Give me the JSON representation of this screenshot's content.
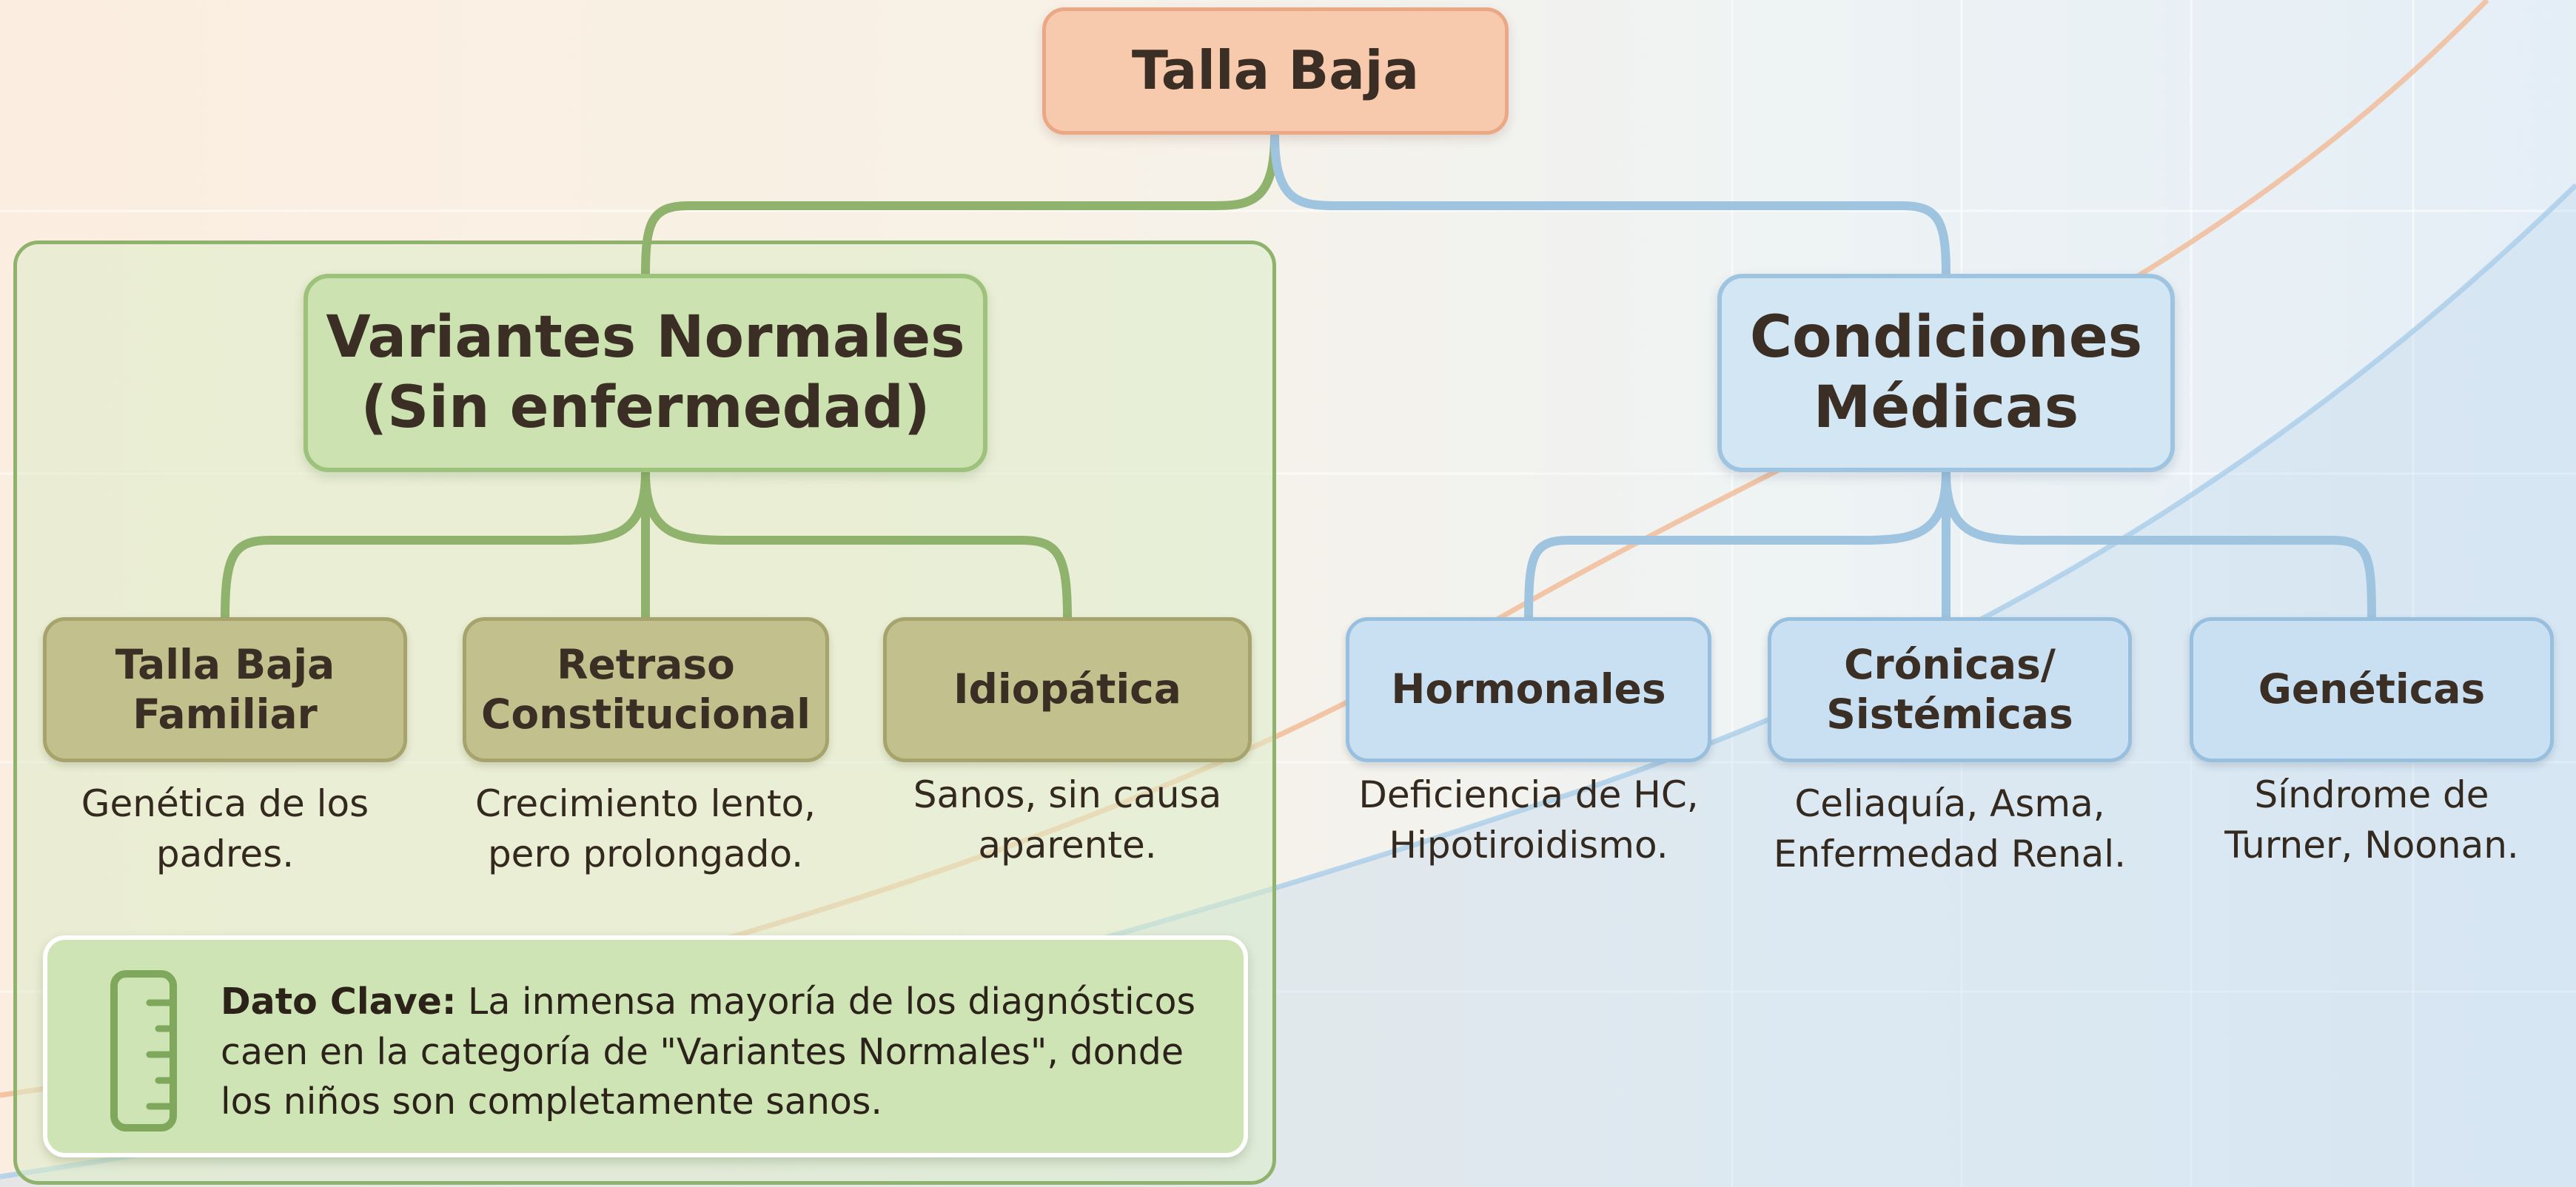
{
  "root": {
    "title": "Talla Baja"
  },
  "branches": {
    "normal": {
      "title": "Variantes Normales\n(Sin enfermedad)",
      "color": "#9cc27b",
      "leaves": [
        {
          "title": "Talla Baja\nFamiliar",
          "desc": "Genética de los\npadres."
        },
        {
          "title": "Retraso\nConstitucional",
          "desc": "Crecimiento lento,\npero prolongado."
        },
        {
          "title": "Idiopática",
          "desc": "Sanos, sin causa\naparente."
        }
      ]
    },
    "medical": {
      "title": "Condiciones\nMédicas",
      "color": "#9ec4e0",
      "leaves": [
        {
          "title": "Hormonales",
          "desc": "Deficiencia de HC,\nHipotiroidismo."
        },
        {
          "title": "Crónicas/\nSistémicas",
          "desc": "Celiaquía, Asma,\nEnfermedad Renal."
        },
        {
          "title": "Genéticas",
          "desc": "Síndrome de\nTurner, Noonan."
        }
      ]
    }
  },
  "key_fact": {
    "label": "Dato Clave:",
    "text": " La inmensa mayoría de los diagnósticos caen en la categoría de \"Variantes Normales\", donde los niños son completamente sanos.",
    "icon": "ruler-icon"
  }
}
